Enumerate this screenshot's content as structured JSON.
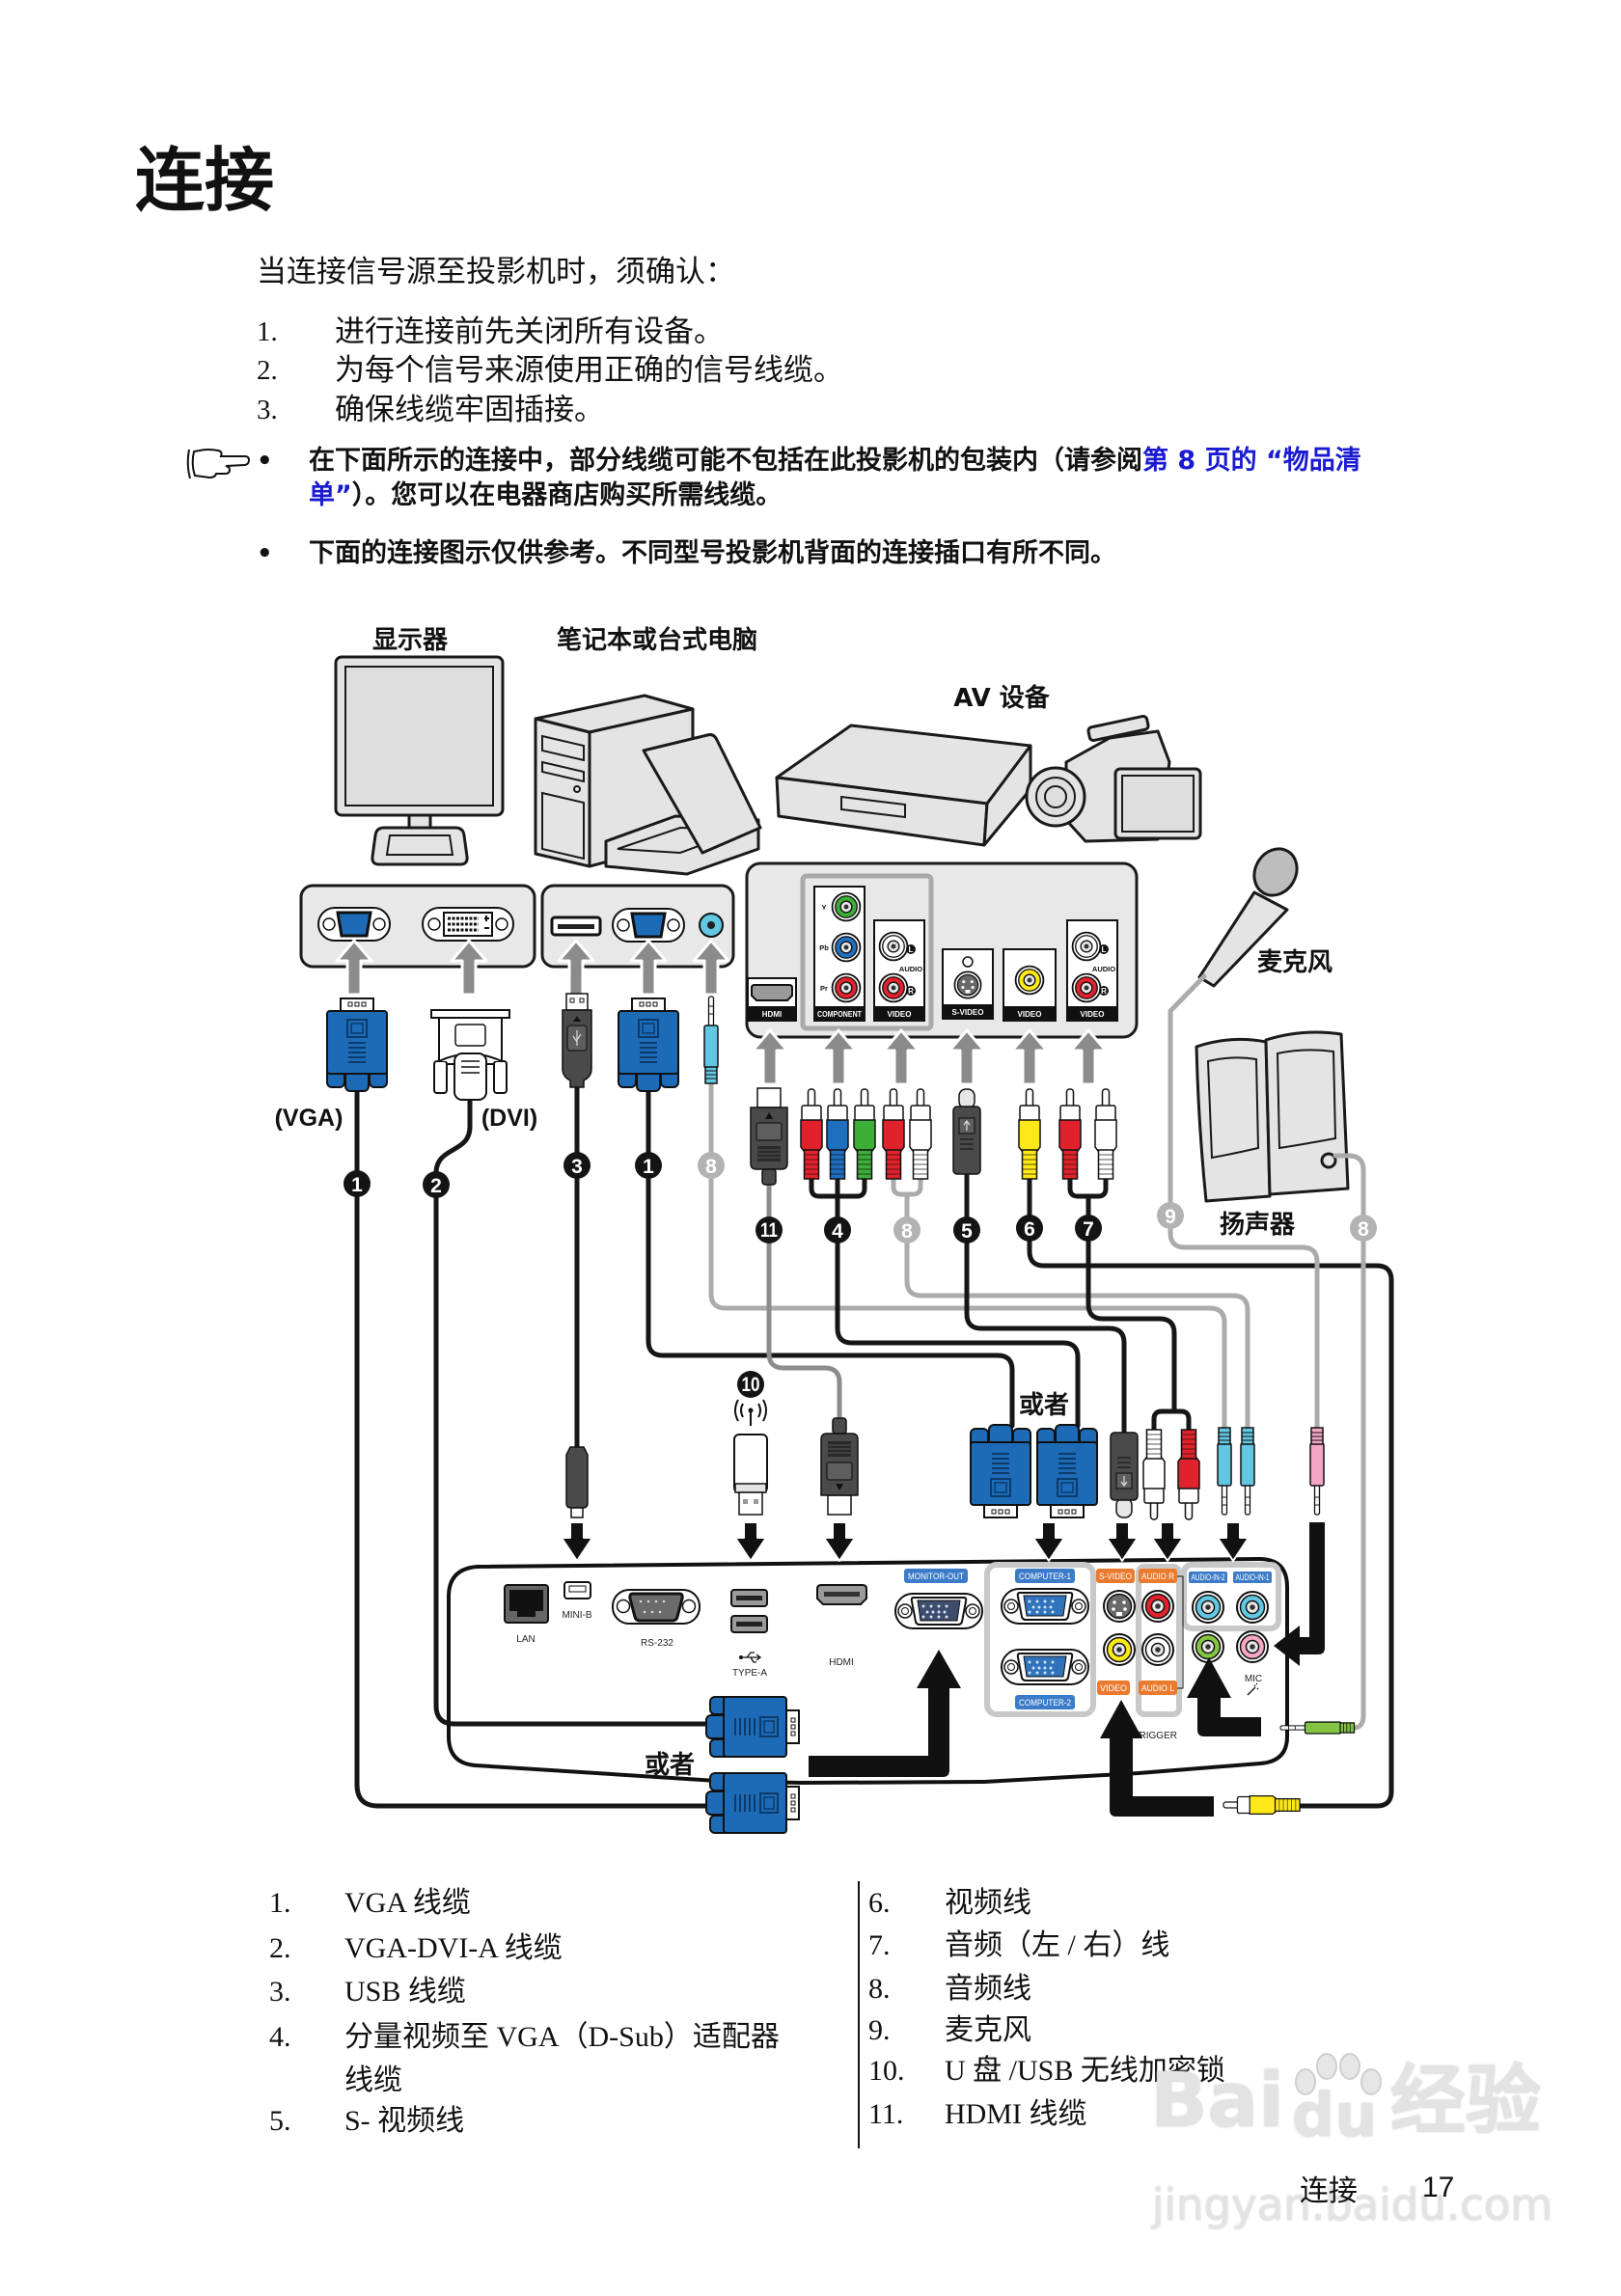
{
  "page": {
    "title": "连接",
    "intro": "当连接信号源至投影机时，须确认：",
    "steps": [
      {
        "num": "1.",
        "text": "进行连接前先关闭所有设备。"
      },
      {
        "num": "2.",
        "text": "为每个信号来源使用正确的信号线缆。"
      },
      {
        "num": "3.",
        "text": "确保线缆牢固插接。"
      }
    ],
    "notes": {
      "bullet": "•",
      "icon": "pointing-hand-icon",
      "items": [
        {
          "line1_before": "在下面所示的连接中，部分线缆可能不包括在此投影机的包装内（请参阅",
          "link_part1": "第 8 页的 “物品清",
          "link_part2": "单”",
          "line2_after": "）。您可以在电器商店购买所需线缆。"
        },
        {
          "text": "下面的连接图示仅供参考。不同型号投影机背面的连接插口有所不同。"
        }
      ]
    }
  },
  "diagram": {
    "device_labels": {
      "monitor": "显示器",
      "computer": "笔记本或台式电脑",
      "av_equipment": "AV 设备",
      "microphone": "麦克风",
      "speakers": "扬声器"
    },
    "connector_labels": {
      "vga": "(VGA)",
      "dvi": "(DVI)"
    },
    "or_labels": [
      "或者",
      "或者"
    ],
    "av_panel": {
      "hdmi": "HDMI",
      "component": "COMPONENT",
      "component_channels": [
        "Y",
        "Pb",
        "Pr"
      ],
      "video_1": "VIDEO",
      "svideo": "S-VIDEO",
      "video_2": "VIDEO",
      "video_3": "VIDEO",
      "audio": "AUDIO",
      "left": "L",
      "right": "R"
    },
    "projector_panel": {
      "lan": "LAN",
      "mini_b": "MINI-B",
      "rs232": "RS-232",
      "usb_type_a": "TYPE-A",
      "hdmi": "HDMI",
      "monitor_out": "MONITOR-OUT",
      "computer_1": "COMPUTER-1",
      "computer_2": "COMPUTER-2",
      "s_video": "S-VIDEO",
      "video": "VIDEO",
      "audio_r": "AUDIO R",
      "audio_l": "AUDIO L",
      "audio_in_2": "AUDIO-IN-2",
      "audio_in_1": "AUDIO-IN-1",
      "mic": "MIC",
      "trigger": "12V TRIGGER"
    },
    "cable_badges": [
      "1",
      "2",
      "3",
      "1",
      "8",
      "11",
      "4",
      "8",
      "5",
      "6",
      "7",
      "9",
      "8",
      "10"
    ]
  },
  "legend": {
    "left": [
      {
        "num": "1.",
        "text": "VGA 线缆"
      },
      {
        "num": "2.",
        "text": "VGA-DVI-A 线缆"
      },
      {
        "num": "3.",
        "text": "USB 线缆"
      },
      {
        "num": "4.",
        "text": "分量视频至 VGA（D-Sub）适配器线缆"
      },
      {
        "num": "5.",
        "text": "S- 视频线"
      }
    ],
    "right": [
      {
        "num": "6.",
        "text": "视频线"
      },
      {
        "num": "7.",
        "text": "音频（左 / 右）线"
      },
      {
        "num": "8.",
        "text": "音频线"
      },
      {
        "num": "9.",
        "text": "麦克风"
      },
      {
        "num": "10.",
        "text": "U 盘 /USB 无线加密锁"
      },
      {
        "num": "11.",
        "text": "HDMI 线缆"
      }
    ]
  },
  "footer": {
    "section": "连接",
    "page_number": "17"
  },
  "watermark": {
    "brand_left": "Bai",
    "brand_paw": "du",
    "brand_cn": "经验",
    "url": "jingyan.baidu.com"
  },
  "colors": {
    "link": "#1a1ad2",
    "cable_black": "#161616",
    "cable_gray": "#ababab",
    "cable_hdmi": "#8c8c8c",
    "arrow_gray": "#8b8b8b",
    "badge_gray": "#b3b3b3",
    "vga_blue": "#1d6bb6",
    "label_blue": "#3c7bc8",
    "label_orange": "#ea7a2e",
    "rca_red": "#e1222c",
    "rca_green": "#3dae38",
    "rca_blue": "#1f6fc0",
    "rca_yellow": "#ffe818",
    "rca_white": "#ffffff",
    "jack_cyan": "#62c8e2",
    "jack_pink": "#f3a6c6",
    "jack_green": "#84c443"
  }
}
